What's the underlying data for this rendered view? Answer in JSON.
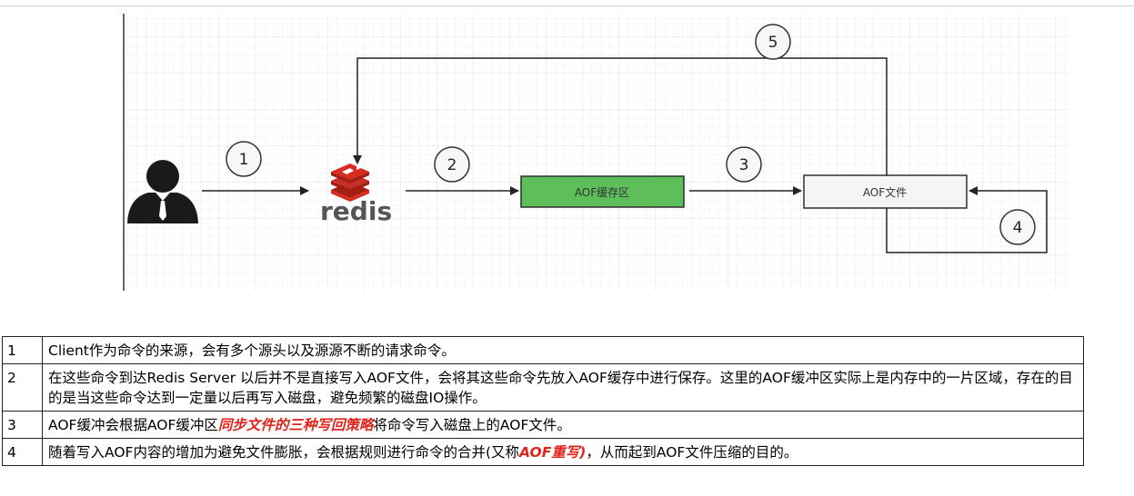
{
  "diagram": {
    "nodes": {
      "client": {
        "icon": "user-icon"
      },
      "redis": {
        "logo_text": "redis",
        "icon": "redis-logo-icon",
        "brand_color": "#d82c20"
      },
      "aof_buffer": {
        "label": "AOF缓存区",
        "fill": "#5ebf5a"
      },
      "aof_file": {
        "label": "AOF文件",
        "fill": "#f5f5f5"
      }
    },
    "steps": [
      "1",
      "2",
      "3",
      "4",
      "5"
    ]
  },
  "table": {
    "rows": [
      {
        "num": "1",
        "text": "Client作为命令的来源，会有多个源头以及源源不断的请求命令。"
      },
      {
        "num": "2",
        "text": "在这些命令到达Redis Server 以后并不是直接写入AOF文件，会将其这些命令先放入AOF缓存中进行保存。这里的AOF缓冲区实际上是内存中的一片区域，存在的目的是当这些命令达到一定量以后再写入磁盘，避免频繁的磁盘IO操作。"
      },
      {
        "num": "3",
        "text_before": "AOF缓冲会根据AOF缓冲区",
        "text_emph": "同步文件的三种写回策略",
        "text_after": "将命令写入磁盘上的AOF文件。"
      },
      {
        "num": "4",
        "text_before": "随着写入AOF内容的增加为避免文件膨胀，会根据规则进行命令的合并(又称",
        "text_emph": "AOF重写)",
        "text_after": "，从而起到AOF文件压缩的目的。"
      }
    ]
  }
}
